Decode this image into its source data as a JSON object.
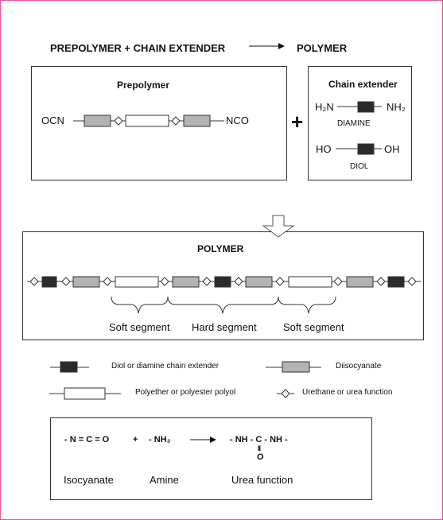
{
  "colors": {
    "frame": "#e0559a",
    "soft_block": "#ffffff",
    "hard_block": "#b3b3b3",
    "extender_block": "#2b2b2b"
  },
  "header": {
    "left": "PREPOLYMER + CHAIN EXTENDER",
    "right": "POLYMER"
  },
  "prepolymer": {
    "title": "Prepolymer",
    "left_end": "OCN",
    "right_end": "NCO"
  },
  "plus": "+",
  "chain_extender": {
    "title": "Chain extender",
    "diamine_left": "H₂N",
    "diamine_right": "NH₂",
    "diamine_label": "DIAMINE",
    "diol_left": "HO",
    "diol_right": "OH",
    "diol_label": "DIOL"
  },
  "polymer": {
    "title": "POLYMER",
    "segments": [
      "Soft segment",
      "Hard segment",
      "Soft segment"
    ]
  },
  "legend": {
    "extender": "Diol or diamine chain extender",
    "diisocyanate": "Diisocyanate",
    "polyol": "Polyether or polyester polyol",
    "urethane": "Urethane or urea function"
  },
  "reaction": {
    "isocyanate_formula": "- N = C = O",
    "plus": "+",
    "amine_formula": "- NH₂",
    "product_formula": "- NH - C - NH -",
    "double_bond": "II",
    "oxygen": "O",
    "isocyanate_label": "Isocyanate",
    "amine_label": "Amine",
    "product_label": "Urea function"
  }
}
